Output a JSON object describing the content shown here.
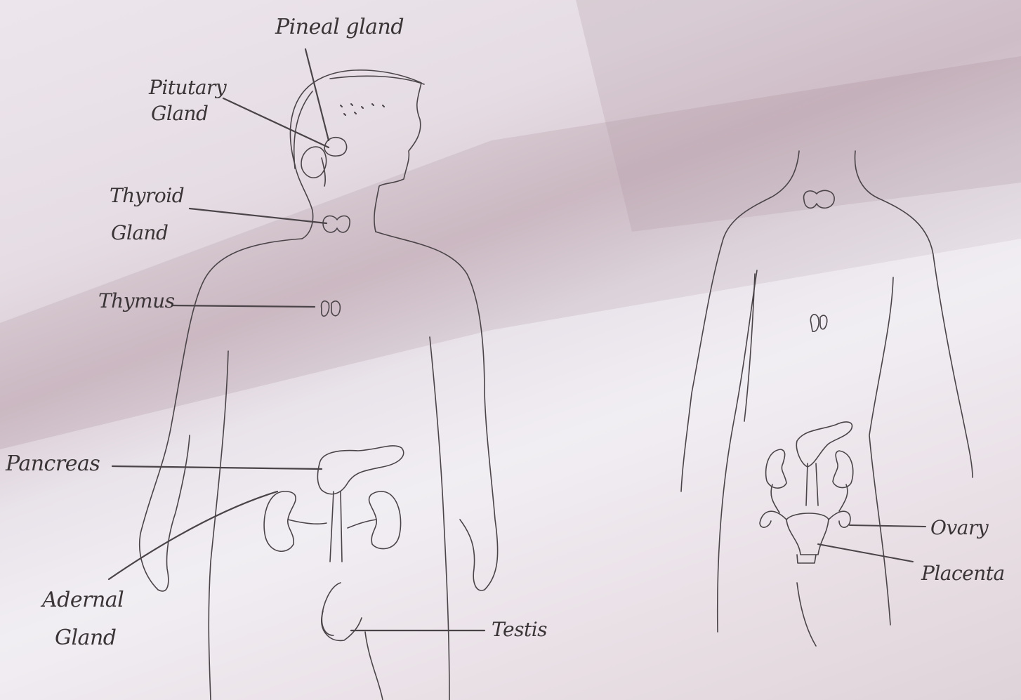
{
  "labels": {
    "pineal": "Pineal gland",
    "pituitary": [
      "Pitutary",
      "Gland"
    ],
    "thyroid": [
      "Thyroid",
      "Gland"
    ],
    "thymus": "Thymus",
    "pancreas": "Pancreas",
    "adrenal": [
      "Adernal",
      "Gland"
    ],
    "testis": "Testis",
    "ovary": "Ovary",
    "placenta": "Placenta"
  },
  "colors": {
    "pencil": "#4a4448",
    "paper": "#ece6ec",
    "ink": "#3a3437"
  }
}
